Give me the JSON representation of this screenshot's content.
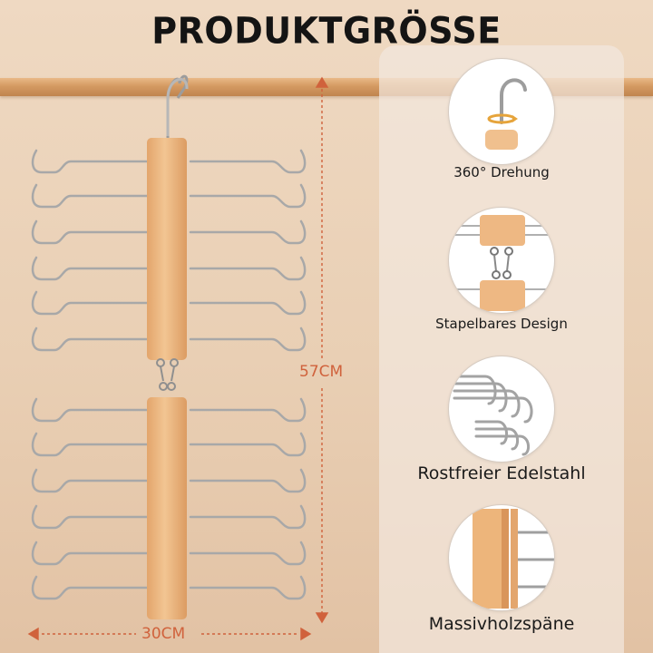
{
  "title": "PRODUKTGRÖSSE",
  "dimensions": {
    "height_label": "57CM",
    "width_label": "30CM"
  },
  "features": [
    {
      "label": "360° Drehung",
      "icon": "swivel-hook-icon"
    },
    {
      "label": "Stapelbares Design",
      "icon": "stackable-link-icon"
    },
    {
      "label": "Rostfreier Edelstahl",
      "icon": "steel-hooks-icon"
    },
    {
      "label": "Massivholzspäne",
      "icon": "solid-wood-icon"
    }
  ],
  "colors": {
    "accent": "#d0623c",
    "wood": "#ecb985",
    "steel": "#a9a9a9"
  }
}
